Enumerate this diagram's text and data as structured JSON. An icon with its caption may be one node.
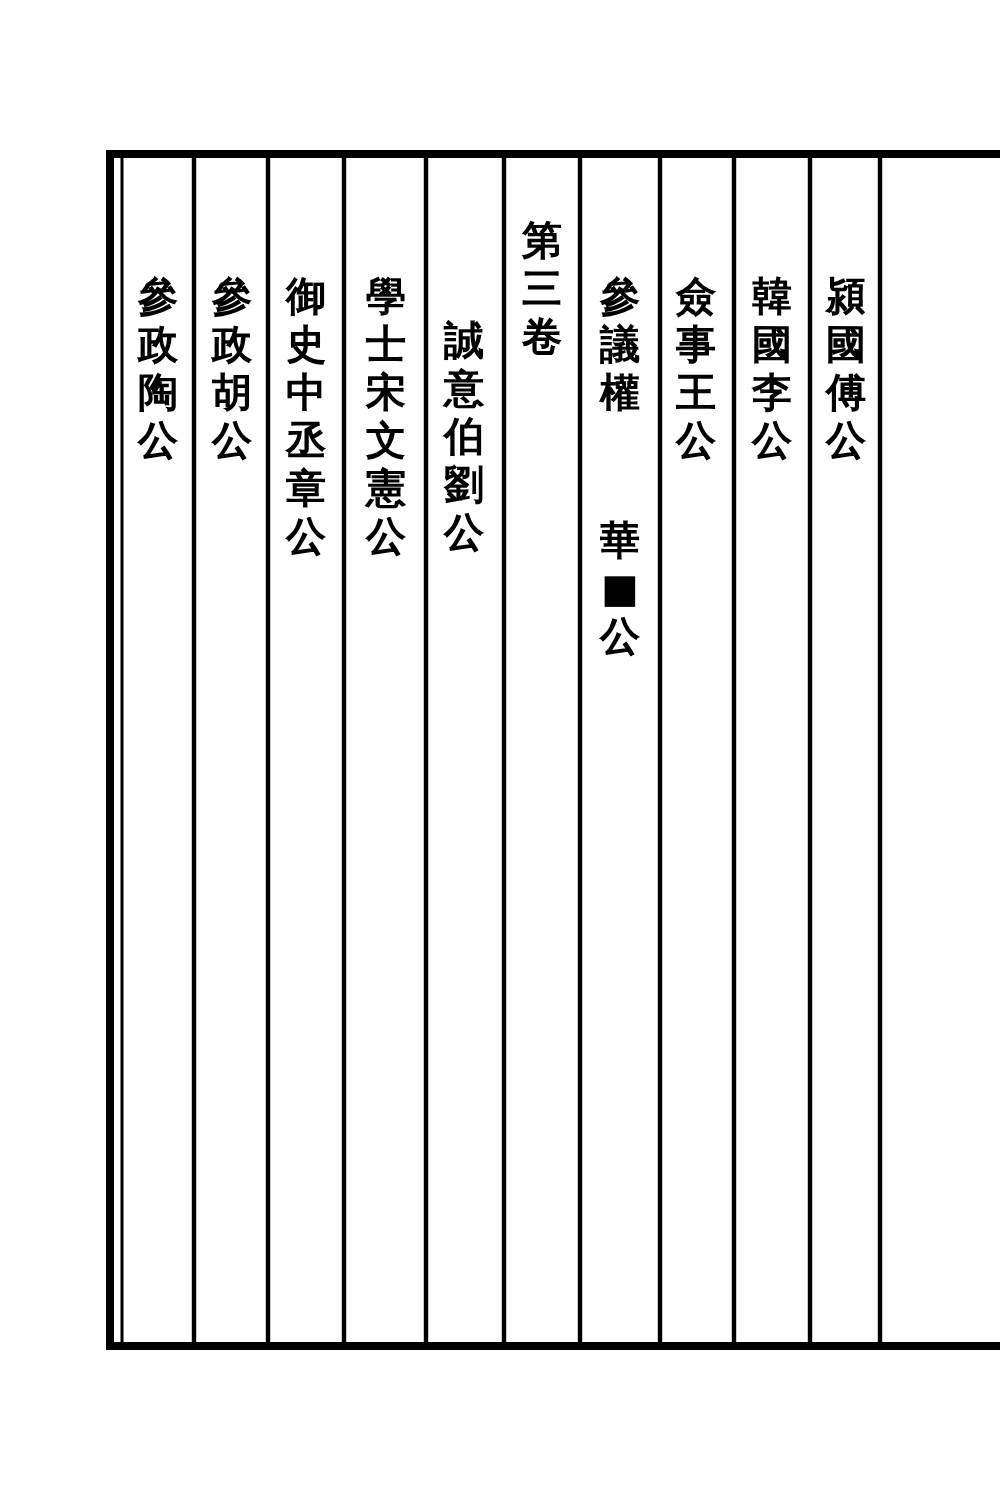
{
  "diagram": {
    "labels": [
      "潁國傅公",
      "韓國李公",
      "僉事王公",
      "參議權",
      "華■公",
      "第三卷",
      "誠意伯劉公",
      "學士宋文憲公",
      "御史中丞章公",
      "參政胡公",
      "參政陶公"
    ]
  }
}
